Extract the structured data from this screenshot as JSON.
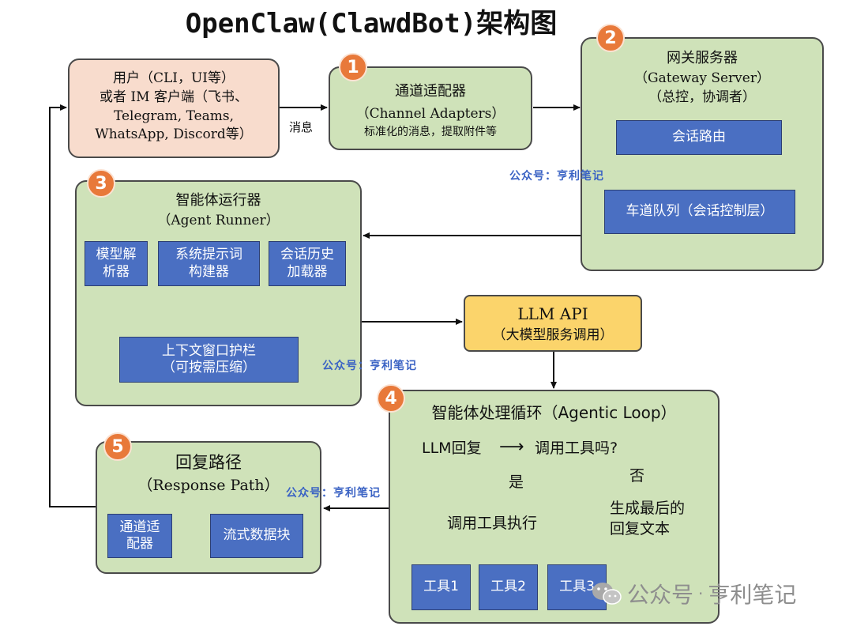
{
  "title": "OpenClaw(ClawdBot)架构图",
  "user_box": {
    "lines": "用户（CLI，UI等）\n或者 IM 客户端（飞书、\nTelegram, Teams,\nWhatsApp, Discord等）"
  },
  "message_label": "消息",
  "channel_adapters": {
    "badge": "1",
    "title": "通道适配器",
    "subtitle": "（Channel Adapters）",
    "desc": "标准化的消息，提取附件等"
  },
  "gateway": {
    "badge": "2",
    "title": "网关服务器",
    "subtitle": "（Gateway Server）",
    "desc": "（总控，协调者）",
    "session_routing": "会话路由",
    "lane_queue": "车道队列（会话控制层）"
  },
  "agent_runner": {
    "badge": "3",
    "title": "智能体运行器",
    "subtitle": "（Agent Runner）",
    "model_parser": "模型解\n析器",
    "prompt_builder": "系统提示词\n构建器",
    "history_loader": "会话历史\n加载器",
    "context_guard": "上下文窗口护栏\n（可按需压缩）"
  },
  "llm_api": {
    "title": "LLM API",
    "subtitle": "（大模型服务调用）"
  },
  "agentic_loop": {
    "badge": "4",
    "title": "智能体处理循环（Agentic Loop）",
    "llm_reply": "LLM回复",
    "arrow": "⟶",
    "call_tool_q": "调用工具吗?",
    "yes": "是",
    "no": "否",
    "execute_tool": "调用工具执行",
    "final_reply": "生成最后的\n回复文本",
    "tools": [
      "工具1",
      "工具2",
      "工具3"
    ]
  },
  "response_path": {
    "badge": "5",
    "title": "回复路径",
    "subtitle": "（Response Path）",
    "channel_adapter": "通道适\n配器",
    "stream_chunks": "流式数据块"
  },
  "watermarks": [
    "公众号：亨利笔记",
    "公众号：亨利笔记",
    "公众号：亨利笔记"
  ],
  "footer_watermark": {
    "prefix": "公众号",
    "dot": "·",
    "name": "亨利笔记"
  },
  "colors": {
    "green_panel": "#cfe2b9",
    "user_panel": "#f8dccd",
    "llm_panel": "#fbd46b",
    "blue_box": "#4a6fc2",
    "badge": "#e8793a",
    "watermark": "#3b63c4"
  }
}
